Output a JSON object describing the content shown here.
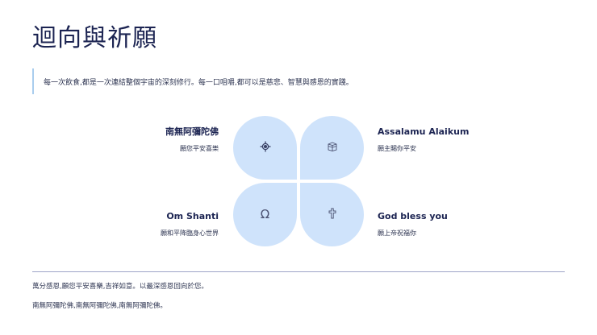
{
  "page": {
    "title": "迴向與祈願",
    "intro": "每一次飲食,都是一次連結整個宇宙的深刻修行。每一口咀嚼,都可以是慈悲、智慧與感恩的實踐。"
  },
  "blessings": [
    {
      "position": "top-left",
      "main": "南無阿彌陀佛",
      "sub": "願您平安喜樂",
      "icon": "dharma-wheel-icon"
    },
    {
      "position": "top-right",
      "main": "Assalamu Alaikum",
      "sub": "願主賜你平安",
      "icon": "kaaba-icon"
    },
    {
      "position": "bottom-left",
      "main": "Om Shanti",
      "sub": "願和平降臨身心世界",
      "icon": "omega-icon",
      "glyph": "Ω"
    },
    {
      "position": "bottom-right",
      "main": "God bless you",
      "sub": "願上帝祝福你",
      "icon": "cross-icon"
    }
  ],
  "footer": {
    "line1": "萬分感恩,願您平安喜樂,吉祥如意。以最深感恩回向於您。",
    "line2": "南無阿彌陀佛,南無阿彌陀佛,南無阿彌陀佛。"
  },
  "colors": {
    "title": "#1c2452",
    "petal": "#cfe3fb",
    "accent_bar": "#a9cdee",
    "divider": "#9ea3c8",
    "icon": "#3a4266"
  }
}
